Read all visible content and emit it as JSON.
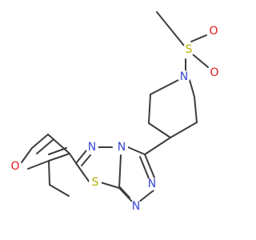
{
  "colors": {
    "background": "#ffffff",
    "carbon_bond": "#3c3c3c",
    "nitrogen": "#3a47d6",
    "oxygen": "#e8141b",
    "sulfur": "#b5b000"
  },
  "atoms": [
    {
      "id": "o_left",
      "element": "O",
      "label": "O"
    },
    {
      "id": "s_ring",
      "element": "S",
      "label": "S"
    },
    {
      "id": "n_top_1",
      "element": "N",
      "label": "N"
    },
    {
      "id": "n_top_2",
      "element": "N",
      "label": "N"
    },
    {
      "id": "n_ring_right",
      "element": "N",
      "label": "N"
    },
    {
      "id": "n_ring_bottom",
      "element": "N",
      "label": "N"
    },
    {
      "id": "n_piperidine",
      "element": "N",
      "label": "N"
    },
    {
      "id": "s_sulfonyl",
      "element": "S",
      "label": "S"
    },
    {
      "id": "o_sulfonyl_top",
      "element": "O",
      "label": "O"
    },
    {
      "id": "o_sulfonyl_bottom",
      "element": "O",
      "label": "O"
    }
  ]
}
